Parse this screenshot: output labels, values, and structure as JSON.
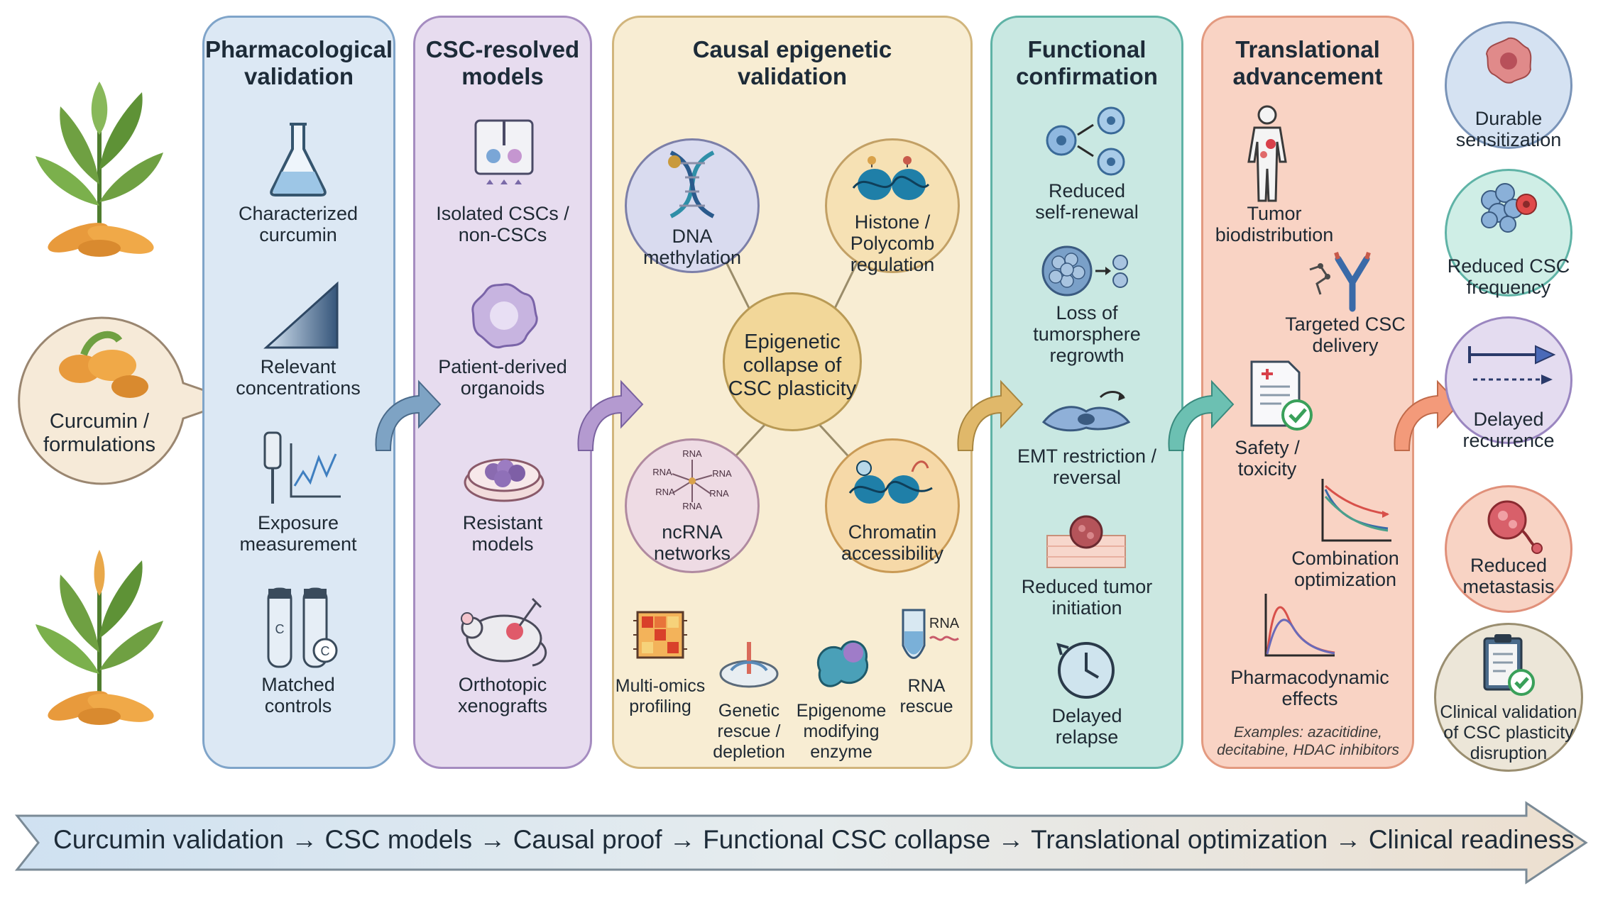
{
  "source": {
    "label": "Curcumin /\nformulations"
  },
  "panels": [
    {
      "title": "Pharmacological\nvalidation",
      "items": [
        "Characterized\ncurcumin",
        "Relevant\nconcentrations",
        "Exposure\nmeasurement",
        "Matched\ncontrols"
      ]
    },
    {
      "title": "CSC-resolved\nmodels",
      "items": [
        "Isolated CSCs /\nnon-CSCs",
        "Patient-derived\norganoids",
        "Resistant\nmodels",
        "Orthotopic\nxenografts"
      ]
    },
    {
      "title": "Causal epigenetic\nvalidation",
      "center": "Epigenetic\ncollapse of\nCSC plasticity",
      "nodes": [
        "DNA\nmethylation",
        "Histone /\nPolycomb\nregulation",
        "ncRNA\nnetworks",
        "Chromatin\naccessibility"
      ],
      "tools": [
        "Multi-omics\nprofiling",
        "Genetic\nrescue /\ndepletion",
        "Epigenome\nmodifying\nenzyme",
        "RNA\nrescue"
      ]
    },
    {
      "title": "Functional\nconfirmation",
      "items": [
        "Reduced\nself-renewal",
        "Loss of\ntumorsphere\nregrowth",
        "EMT restriction /\nreversal",
        "Reduced tumor\ninitiation",
        "Delayed\nrelapse"
      ]
    },
    {
      "title": "Translational\nadvancement",
      "items": [
        "Tumor\nbiodistribution",
        "Targeted CSC\ndelivery",
        "Safety /\ntoxicity",
        "Combination\noptimization",
        "Pharmacodynamic\neffects"
      ],
      "note": "Examples: azacitidine,\ndecitabine, HDAC inhibitors"
    }
  ],
  "outcomes": [
    "Durable\nsensitization",
    "Reduced CSC\nfrequency",
    "Delayed\nrecurrence",
    "Reduced\nmetastasis",
    "Clinical validation\nof CSC plasticity\ndisruption"
  ],
  "icon_text": {
    "rna": "RNA",
    "vial_c": "C"
  },
  "pipeline": "Curcumin validation → CSC models → Causal proof → Functional CSC collapse → Translational optimization → Clinical readiness",
  "colors": {
    "pharm": "#dce8f4",
    "pharm_border": "#7fa4c9",
    "csc": "#e7dcef",
    "csc_border": "#a58cc0",
    "epi": "#f8edd3",
    "epi_border": "#d1b57c",
    "func": "#c9e8e2",
    "func_border": "#5fb3a6",
    "trans": "#f9d3c4",
    "trans_border": "#e39a80"
  }
}
